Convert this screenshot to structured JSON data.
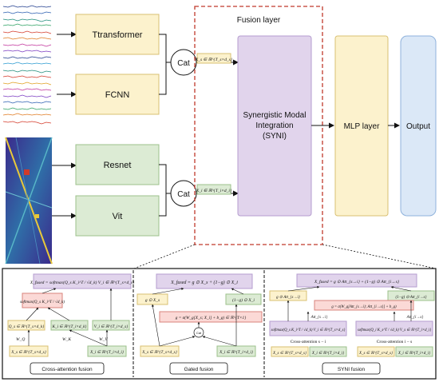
{
  "top": {
    "transformer": "Ttransformer",
    "fcnn": "FCNN",
    "resnet": "Resnet",
    "vit": "Vit",
    "cat": "Cat",
    "xs_label": "X_s ∈ ℝ^{T_s×d_s}",
    "xi_label": "X_i ∈ ℝ^{T_i×d_i}",
    "fusion_layer": "Fusion layer",
    "syni": [
      "Synergistic Modal",
      "Integration",
      "(SYNI)"
    ],
    "mlp": "MLP layer",
    "output": "Output"
  },
  "panels": {
    "cross": {
      "caption": "Cross-attention fusion",
      "xfused": "X_fused = softmax(Q_s K_i^T / √d_k) V_i ∈ ℝ^{T_s×d_s}",
      "softmax": "softmax(Q_s K_i^T / √d_k)",
      "q": "Q_s ∈ ℝ^{T_s×d_k}",
      "k": "K_i ∈ ℝ^{T_i×d_k}",
      "v": "V_i ∈ ℝ^{T_i×d_s}",
      "wq": "W_Q",
      "wk": "W_K",
      "wv": "W_V",
      "xs": "X_s ∈ ℝ^{T_s×d_s}",
      "xi": "X_i ∈ ℝ^{T_i×d_i}"
    },
    "gated": {
      "caption": "Gated fusion",
      "xfused": "X_fused = g ⊙ X_s + (1−g) ⊙ X_i",
      "gxs": "g ⊙ X_s",
      "gxi": "(1−g) ⊙ X_i",
      "gate": "g = σ(W_g[X_s; X_i] + b_g) ∈ ℝ^{T×1}",
      "cat": "Cat",
      "xs": "X_s ∈ ℝ^{T_s×d_s}",
      "xi": "X_i ∈ ℝ^{T_i×d_i}"
    },
    "syni": {
      "caption": "SYNI fusion",
      "xfused": "X_fused = g ⊙ Att_{s→i} + (1−g) ⊙ Att_{i→s}",
      "gatt1": "g ⊙ Att_{s→i}",
      "gatt2": "(1−g) ⊙ Att_{i→s}",
      "gate": "g = σ(W_g[Att_{s→i}; Att_{i→s}] + b_g)",
      "att_si": "Att_{s→i}",
      "att_is": "Att_{i→s}",
      "sm1": "softmax(Q_s K_i^T / √d_k) V_i ∈ ℝ^{T_s×d_s}",
      "sm2": "softmax(Q_i K_s^T / √d_k) V_s ∈ ℝ^{T_i×d_i}",
      "ca1": "Cross-attention s − i",
      "ca2": "Cross-attention i − s",
      "xs": "X_s ∈ ℝ^{T_s×d_s}",
      "xi": "X_i ∈ ℝ^{T_i×d_i}"
    }
  }
}
